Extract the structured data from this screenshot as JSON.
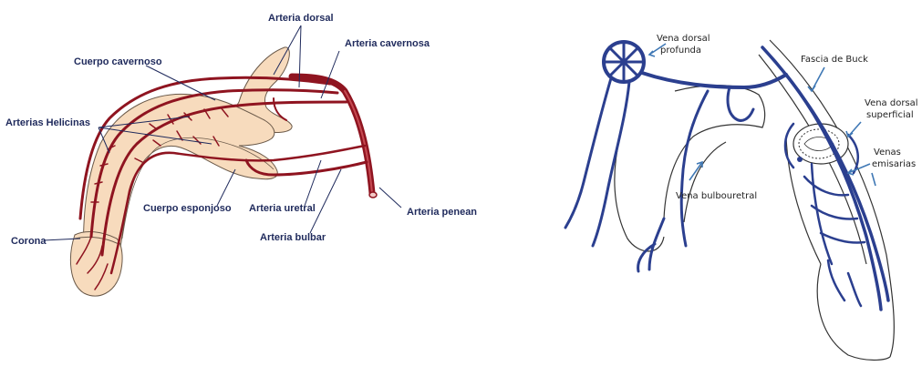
{
  "arterial_diagram": {
    "colors": {
      "tissue": "#f7dbbd",
      "tissue_outline": "#6b5a4a",
      "artery": "#8f1420",
      "label": "#1f2a5c"
    },
    "labels": {
      "arteria_dorsal": "Arteria dorsal",
      "arteria_cavernosa": "Arteria cavernosa",
      "cuerpo_cavernoso": "Cuerpo cavernoso",
      "arterias_helicinas": "Arterias Helicinas",
      "cuerpo_esponjoso": "Cuerpo esponjoso",
      "arteria_uretral": "Arteria uretral",
      "arteria_penean": "Arteria penean",
      "arteria_bulbar": "Arteria bulbar",
      "corona": "Corona"
    }
  },
  "venous_diagram": {
    "colors": {
      "vein": "#2b3f8f",
      "outline": "#333333",
      "leader": "#3f78b5"
    },
    "labels": {
      "vena_dorsal_profunda_1": "Vena dorsal",
      "vena_dorsal_profunda_2": "profunda",
      "fascia_de_buck": "Fascia de Buck",
      "vena_dorsal_superficial_1": "Vena dorsal",
      "vena_dorsal_superficial_2": "superficial",
      "venas_emisarias_1": "Venas",
      "venas_emisarias_2": "emisarias",
      "vena_bulbouretral": "Vena bulbouretral"
    }
  }
}
